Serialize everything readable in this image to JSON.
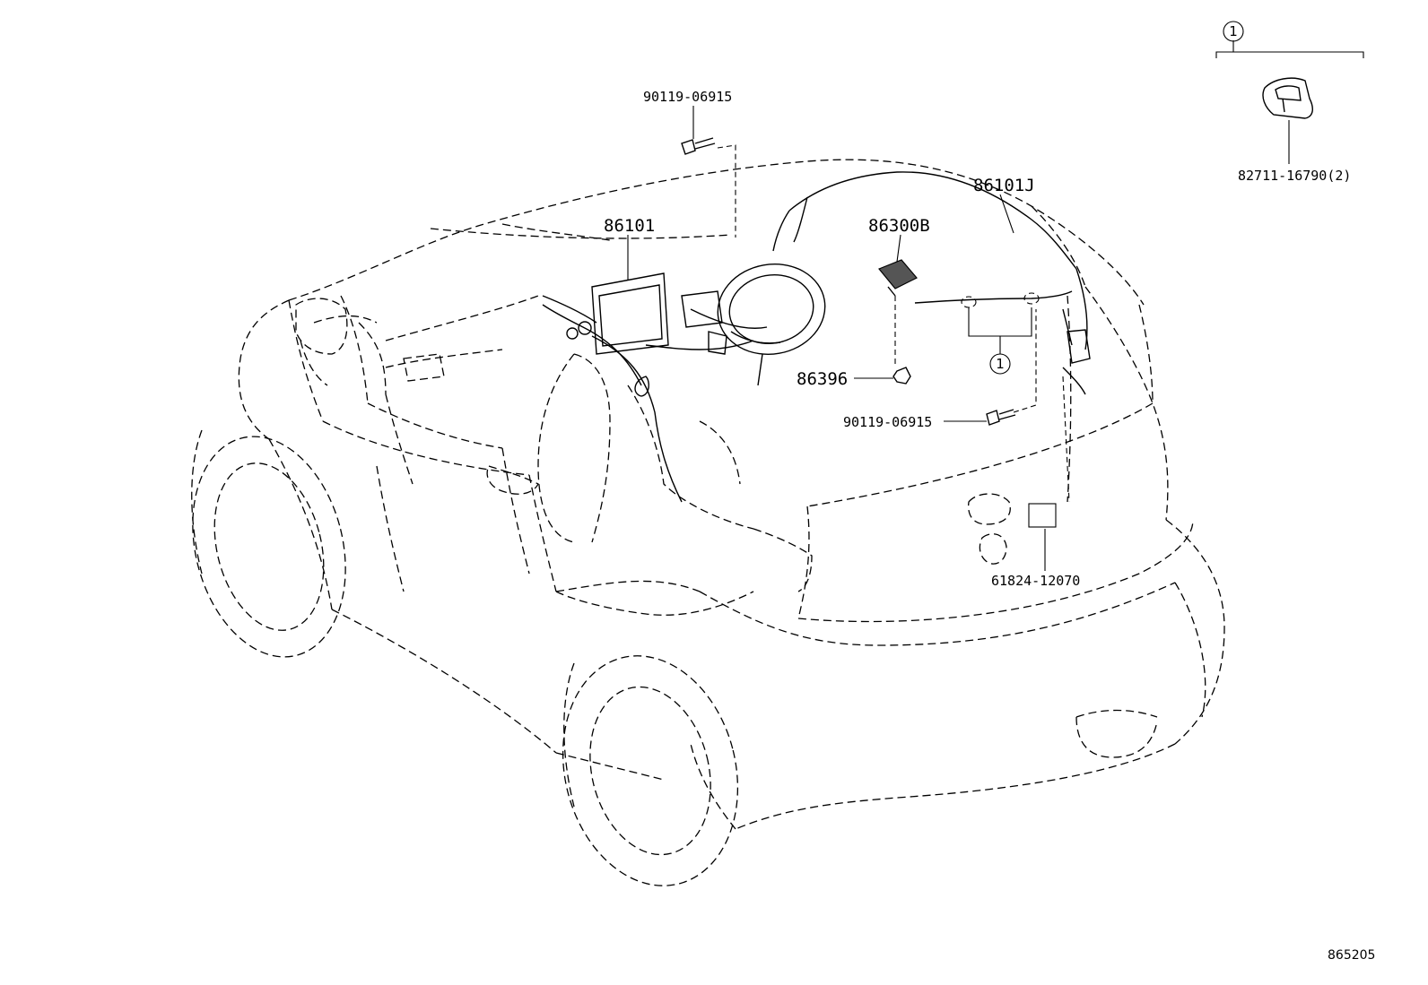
{
  "callouts": {
    "bolt_top": "90119-06915",
    "bracket_kit": "82711-16790(2)",
    "harness_roof": "86101J",
    "harness_main": "86101",
    "module": "86300B",
    "clip": "86396",
    "bolt_side": "90119-06915",
    "label_plate": "61824-12070"
  },
  "group_marker": "1",
  "diagram_ref": "865205"
}
